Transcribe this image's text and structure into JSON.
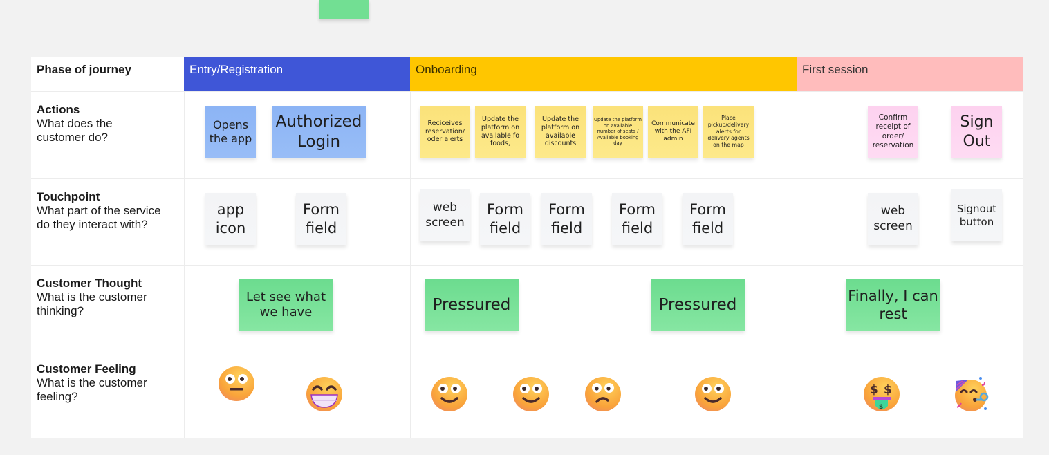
{
  "board": {
    "phase_header_label": "Phase of journey",
    "phases": [
      {
        "label": "Entry/Registration",
        "color": "#3f56d7",
        "text_color": "#ffffff"
      },
      {
        "label": "Onboarding",
        "color": "#ffc600",
        "text_color": "#3a3000"
      },
      {
        "label": "First session",
        "color": "#ffbcbc",
        "text_color": "#333333"
      }
    ],
    "rows": [
      {
        "title": "Actions",
        "subtitle": "What does the customer do?"
      },
      {
        "title": "Touchpoint",
        "subtitle": "What part of the service do they interact with?"
      },
      {
        "title": "Customer Thought",
        "subtitle": "What is the customer thinking?"
      },
      {
        "title": "Customer Feeling",
        "subtitle": "What is the customer feeling?"
      }
    ]
  },
  "actions": [
    {
      "text": "Opens the app",
      "color": "blue"
    },
    {
      "text": "Authorized Login",
      "color": "blue"
    },
    {
      "text": "Reciceives reservation/ oder alerts",
      "color": "yellow"
    },
    {
      "text": "Update the platform on available fo foods,",
      "color": "yellow"
    },
    {
      "text": "Update the platform on available discounts",
      "color": "yellow"
    },
    {
      "text": "Update the platform on available number of seats / Available booking day",
      "color": "yellow"
    },
    {
      "text": "Communicate with the AFI admin",
      "color": "yellow"
    },
    {
      "text": "Place pickup/delivery alerts for delivery agents on the map",
      "color": "yellow"
    },
    {
      "text": "Confirm receipt of order/ reservation",
      "color": "pink"
    },
    {
      "text": "Sign Out",
      "color": "pink"
    }
  ],
  "touchpoints": [
    {
      "text": "app icon"
    },
    {
      "text": "Form field"
    },
    {
      "text": "web screen"
    },
    {
      "text": "Form field"
    },
    {
      "text": "Form field"
    },
    {
      "text": "Form field"
    },
    {
      "text": "Form field"
    },
    {
      "text": "web screen"
    },
    {
      "text": "Signout button"
    }
  ],
  "thoughts": [
    {
      "text": "Let see what we have"
    },
    {
      "text": "Pressured"
    },
    {
      "text": "Pressured"
    },
    {
      "text": "Finally, I can rest"
    }
  ],
  "feelings": [
    {
      "icon": "neutral-face-icon"
    },
    {
      "icon": "grinning-face-icon"
    },
    {
      "icon": "slightly-smiling-face-icon"
    },
    {
      "icon": "slightly-smiling-face-icon"
    },
    {
      "icon": "confused-face-icon"
    },
    {
      "icon": "slightly-smiling-face-icon"
    },
    {
      "icon": "money-mouth-face-icon"
    },
    {
      "icon": "partying-face-icon"
    }
  ]
}
